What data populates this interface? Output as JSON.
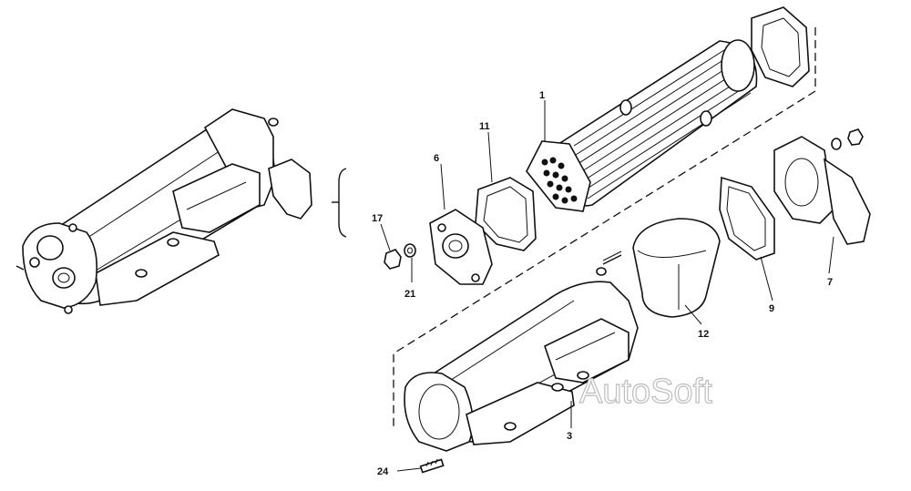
{
  "labels": {
    "p1": "1",
    "p3": "3",
    "p6": "6",
    "p7": "7",
    "p9": "9",
    "p11": "11",
    "p12": "12",
    "p17": "17",
    "p21": "21",
    "p24": "24"
  },
  "watermark": "AutoSoft"
}
